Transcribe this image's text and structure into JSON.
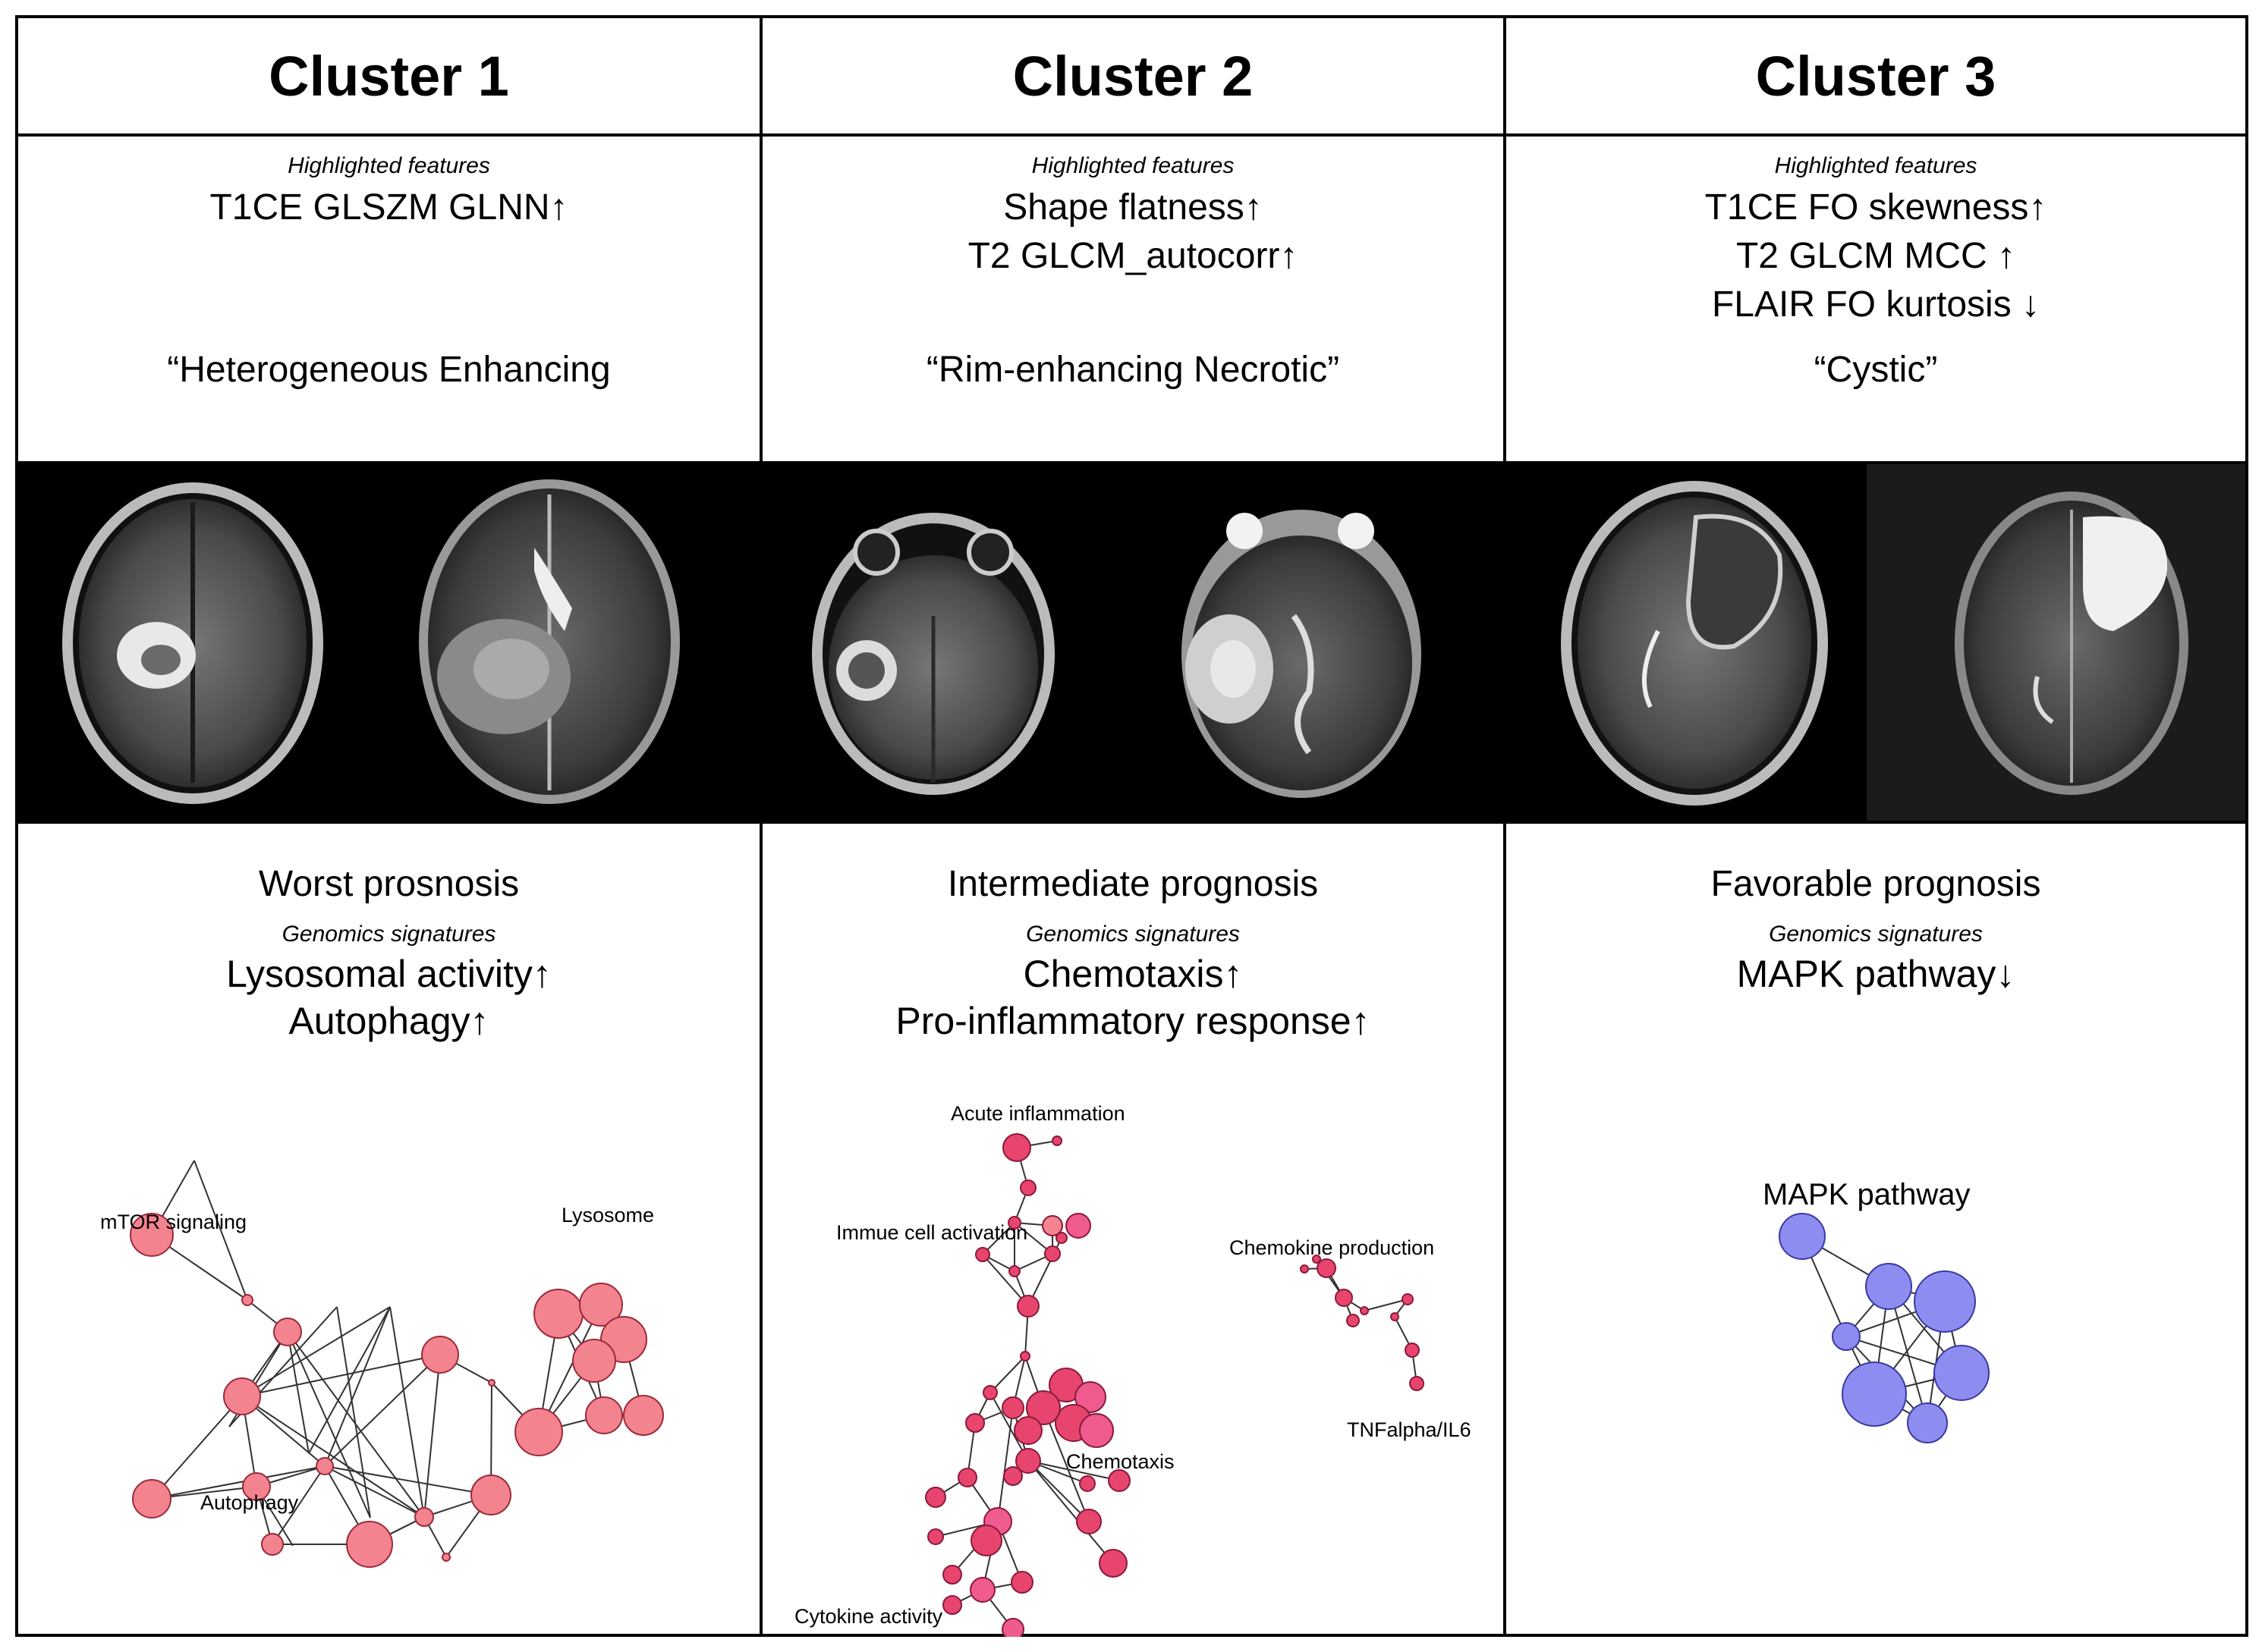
{
  "clusters": [
    {
      "title": "Cluster 1",
      "features_label": "Highlighted features",
      "features": [
        "T1CE GLSZM GLNN↑"
      ],
      "phenotype": "“Heterogeneous Enhancing",
      "prognosis": "Worst prosnosis",
      "genomics_label": "Genomics signatures",
      "signatures": [
        "Lysosomal activity↑",
        "Autophagy↑"
      ],
      "network_labels": [
        "mTOR signaling",
        "Lysosome",
        "Autophagy"
      ],
      "node_color": "#f2838f"
    },
    {
      "title": "Cluster 2",
      "features_label": "Highlighted features",
      "features": [
        "Shape flatness↑",
        "T2 GLCM_autocorr↑"
      ],
      "phenotype": "“Rim-enhancing Necrotic”",
      "prognosis": "Intermediate prognosis",
      "genomics_label": "Genomics signatures",
      "signatures": [
        "Chemotaxis↑",
        "Pro-inflammatory response↑"
      ],
      "network_labels": [
        "Acute inflammation",
        "Immue cell activation",
        "Chemokine production",
        "Chemotaxis",
        "TNFalpha/IL6",
        "Cytokine activity"
      ],
      "node_color": "#e8456e"
    },
    {
      "title": "Cluster 3",
      "features_label": "Highlighted features",
      "features": [
        "T1CE FO skewness↑",
        "T2 GLCM MCC ↑",
        "FLAIR FO kurtosis ↓"
      ],
      "phenotype": "“Cystic”",
      "prognosis": "Favorable prognosis",
      "genomics_label": "Genomics signatures",
      "signatures": [
        "MAPK pathway↓"
      ],
      "network_labels": [
        "MAPK pathway"
      ],
      "node_color": "#8d8cf0"
    }
  ]
}
